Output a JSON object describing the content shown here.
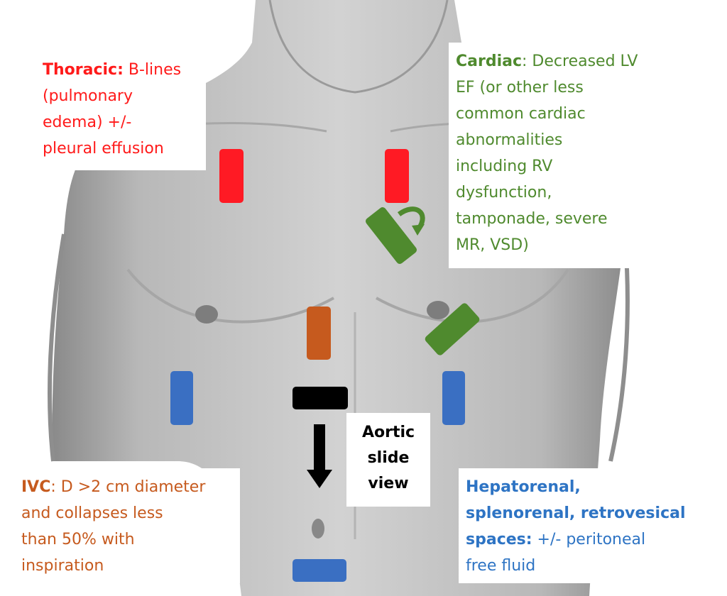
{
  "colors": {
    "thoracic": "#ff1a1a",
    "cardiac": "#4f8a2e",
    "ivc": "#c65a1e",
    "renal": "#2e74c4",
    "aortic": "#000000",
    "skin": "#c8c8c8"
  },
  "labels": {
    "thoracic": {
      "head": "Thoracic:",
      "line1_rest": " B-lines",
      "line2": "(pulmonary",
      "line3": "edema) +/-",
      "line4": "pleural effusion"
    },
    "cardiac": {
      "head": "Cardiac",
      "line1_rest": ": Decreased LV",
      "line2": "EF (or other less",
      "line3": "common cardiac",
      "line4": "abnormalities",
      "line5": "including RV",
      "line6": "dysfunction,",
      "line7": "tamponade, severe",
      "line8": "MR, VSD)"
    },
    "ivc": {
      "head": "IVC",
      "line1_rest": ": D >2 cm diameter",
      "line2": "and collapses less",
      "line3": "than 50% with",
      "line4": "inspiration"
    },
    "renal": {
      "line1": "Hepatorenal,",
      "line2": "splenorenal, retrovesical",
      "line3_head": "spaces:",
      "line3_rest": " +/- peritoneal",
      "line4": "free fluid"
    },
    "aortic": {
      "line1": "Aortic",
      "line2": "slide",
      "line3": "view"
    }
  }
}
